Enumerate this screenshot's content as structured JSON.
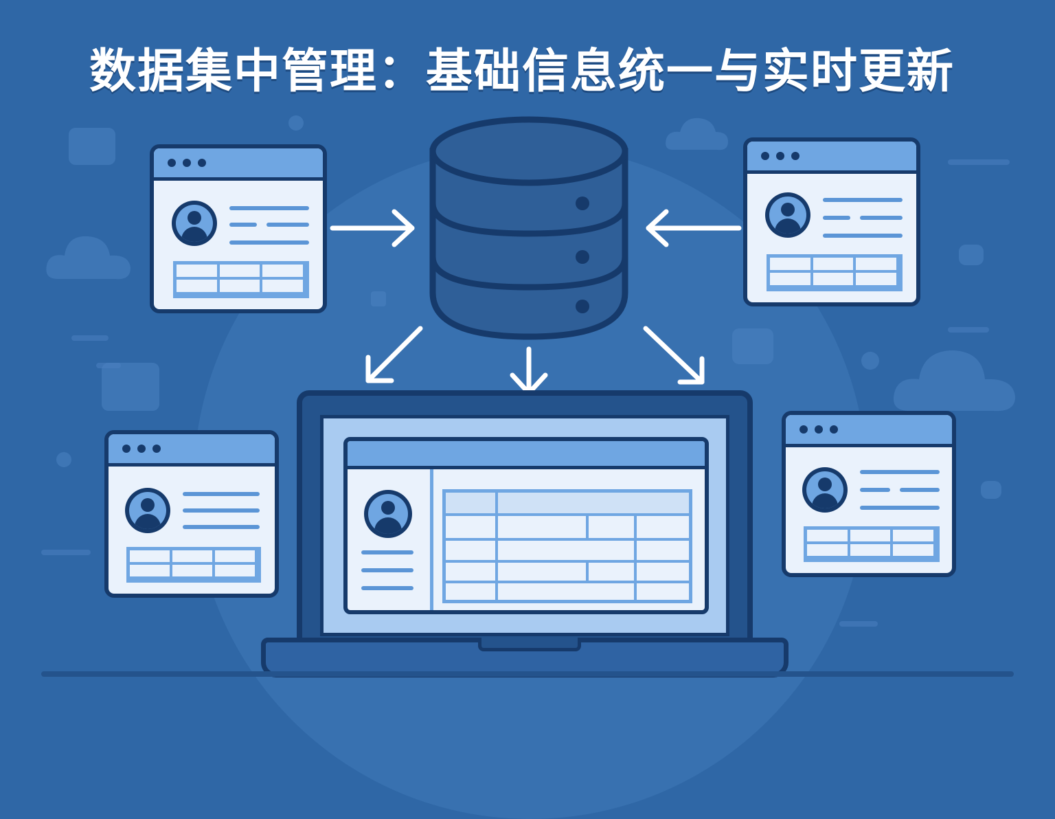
{
  "title": "数据集中管理：基础信息统一与实时更新",
  "colors": {
    "background": "#2f67a6",
    "outline": "#163a6b",
    "accent": "#6fa6e2",
    "card": "#eaf2fc",
    "title": "#ffffff"
  },
  "elements": {
    "central_node": "database-icon",
    "client_cards": [
      "profile-window-top-left",
      "profile-window-top-right",
      "profile-window-bottom-left",
      "profile-window-bottom-right"
    ],
    "display": "laptop-icon",
    "flows": [
      "inbound-left",
      "inbound-right",
      "outbound-down-left",
      "outbound-down",
      "outbound-down-right"
    ]
  }
}
